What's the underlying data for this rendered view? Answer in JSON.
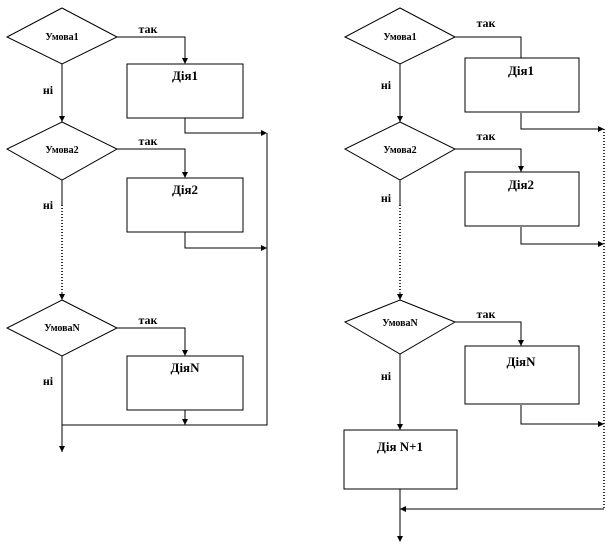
{
  "left": {
    "conditions": [
      "Умова1",
      "Умова2",
      "УмоваN"
    ],
    "actions": [
      "Дія1",
      "Дія2",
      "ДіяN"
    ],
    "yes": "так",
    "no": "ні"
  },
  "right": {
    "conditions": [
      "Умова1",
      "Умова2",
      "УмоваN"
    ],
    "actions": [
      "Дія1",
      "Дія2",
      "ДіяN"
    ],
    "final_action": "Дія N+1",
    "yes": "так",
    "no": "ні"
  }
}
